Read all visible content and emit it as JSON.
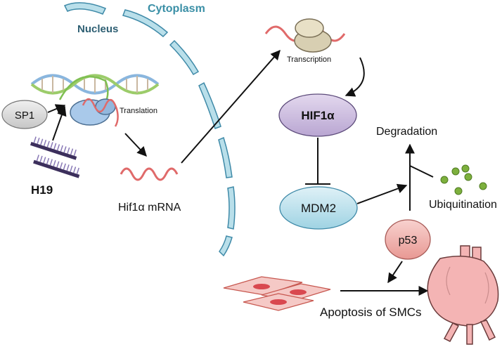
{
  "labels": {
    "cytoplasm": "Cytoplasm",
    "nucleus": "Nucleus",
    "transcription": "Transcription",
    "translation": "Translation",
    "sp1": "SP1",
    "h19": "H19",
    "mrna": "Hif1α mRNA",
    "hif1a": "HIF1α",
    "mdm2": "MDM2",
    "p53": "p53",
    "degradation": "Degradation",
    "ubiquitination": "Ubiquitination",
    "apoptosis": "Apoptosis of SMCs"
  },
  "colors": {
    "compartment_text": "#3a8fa6",
    "membrane_fill": "#b9dfea",
    "membrane_stroke": "#3f8aa8",
    "hif1a_fill": "#cfc0e0",
    "mdm2_fill": "#bfe4ef",
    "p53_fill": "#f2b5b0",
    "sp1_fill": "#dcdcdc",
    "mrna": "#e06a6a",
    "ubiquitin": "#7db03d",
    "cell_fill": "#f5c9c6",
    "nucleus_fill": "#d9484f",
    "aorta_fill": "#f4b4b4"
  },
  "icons": [
    "dna-helix-icon",
    "ribosome-icon",
    "mrna-strand-icon",
    "smc-cells-icon",
    "aorta-aneurysm-icon",
    "ubiquitin-dots-icon"
  ]
}
